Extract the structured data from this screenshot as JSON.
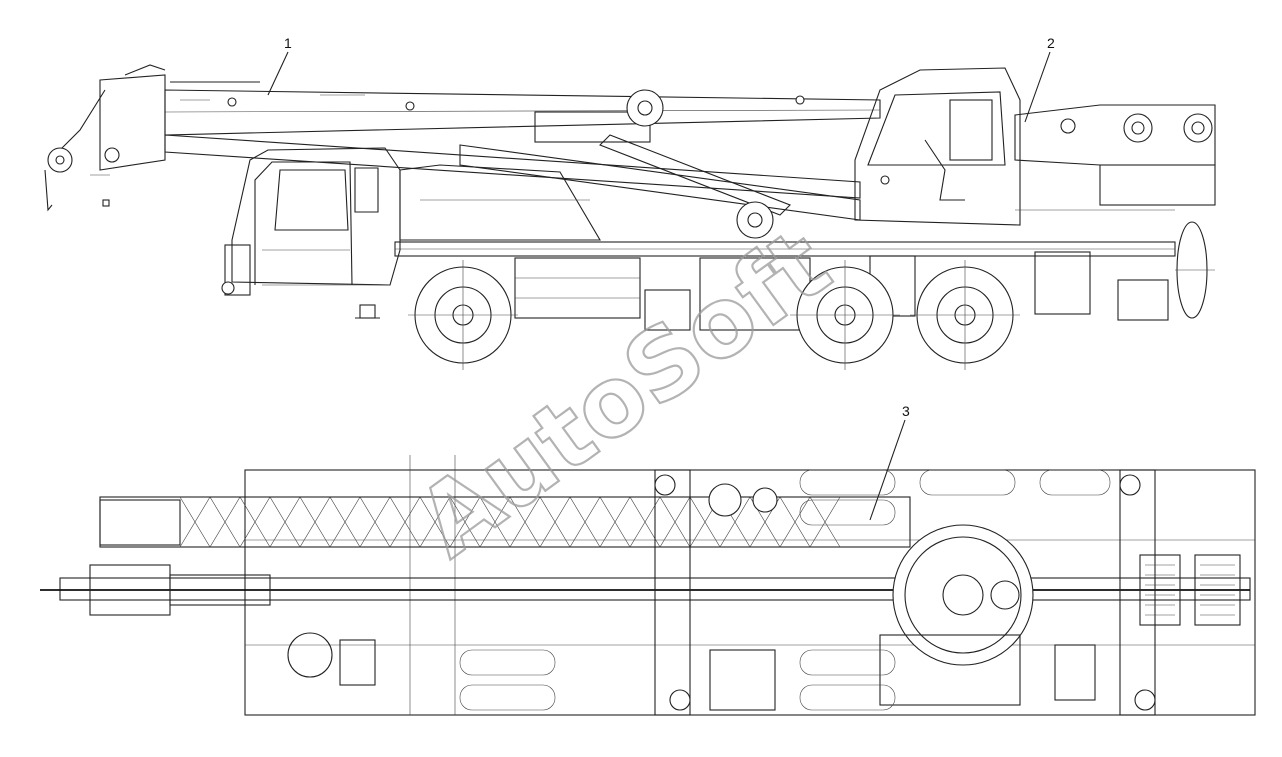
{
  "callouts": [
    {
      "label": "1"
    },
    {
      "label": "2"
    },
    {
      "label": "3"
    }
  ],
  "watermark": "AutoSoft",
  "colors": {
    "line": "#222222",
    "watermark": "#9a9a9a",
    "background": "#ffffff"
  }
}
